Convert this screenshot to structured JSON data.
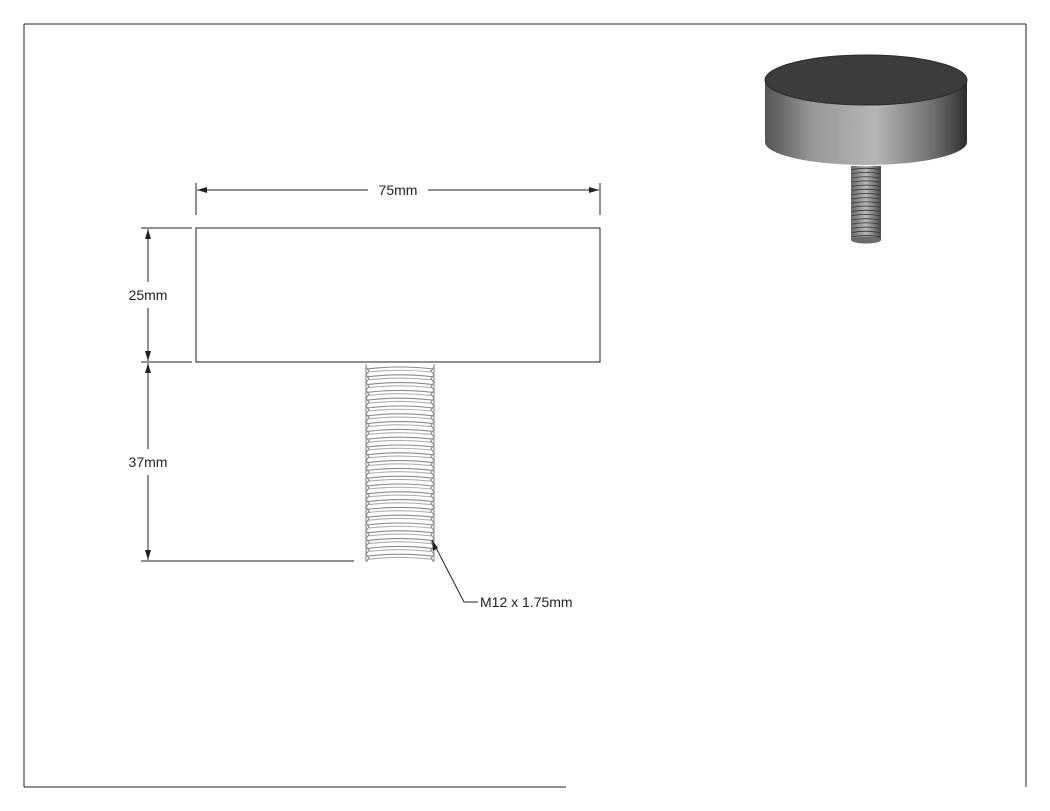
{
  "drawing": {
    "dimensions": {
      "width": "75mm",
      "head_height": "25mm",
      "stud_length": "37mm",
      "thread": "M12 x 1.75mm"
    },
    "colors": {
      "line": "#222222",
      "thread": "#8a8a8a",
      "head_top": "#3c3c3c",
      "head_side_light": "#a9a9a9",
      "head_side_dark": "#3a3a3a"
    },
    "views": {
      "front": "front-elevation",
      "iso": "isometric-3d"
    }
  }
}
